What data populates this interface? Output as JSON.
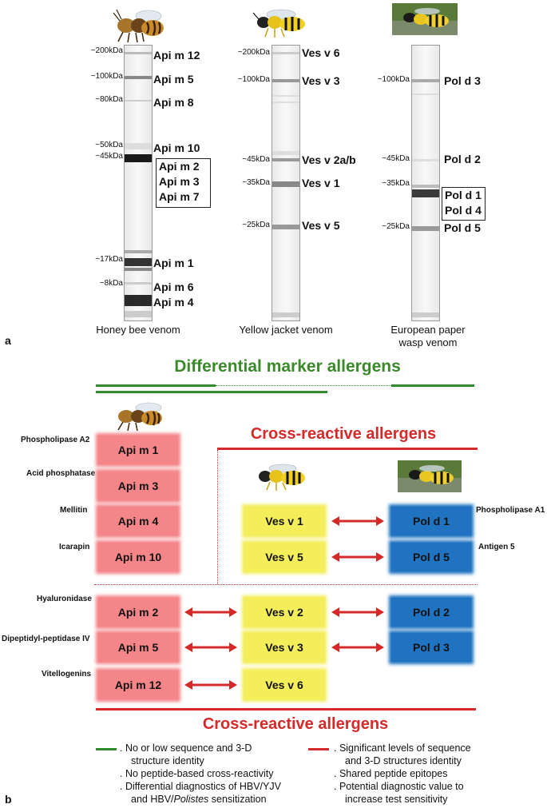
{
  "panel_a": {
    "letter": "a",
    "lanes": [
      {
        "caption": "Honey bee venom",
        "markers": [
          "~200kDa",
          "~100kDa",
          "~80kDa",
          "~50kDa",
          "~45kDa",
          "~17kDa",
          "~8kDa"
        ],
        "allergens": [
          "Api m 12",
          "Api m 5",
          "Api m 8",
          "Api m 10",
          "Api m 1",
          "Api m 6",
          "Api m 4"
        ],
        "boxed": [
          "Api m 2",
          "Api m 3",
          "Api m 7"
        ]
      },
      {
        "caption": "Yellow jacket venom",
        "markers": [
          "~200kDa",
          "~100kDa",
          "~45kDa",
          "~35kDa",
          "~25kDa"
        ],
        "allergens": [
          "Ves v 6",
          "Ves v 3",
          "Ves v 2a/b",
          "Ves v 1",
          "Ves v 5"
        ]
      },
      {
        "caption_line1": "European paper",
        "caption_line2": "wasp venom",
        "markers": [
          "~100kDa",
          "~45kDa",
          "~35kDa",
          "~25kDa"
        ],
        "allergens": [
          "Pol d 3",
          "Pol d 2",
          "Pol d 5"
        ],
        "boxed": [
          "Pol d 1",
          "Pol d 4"
        ]
      }
    ]
  },
  "panel_b": {
    "letter": "b",
    "title_differential": "Differential marker allergens",
    "title_cross_top": "Cross-reactive allergens",
    "title_cross_bottom": "Cross-reactive allergens",
    "functions": [
      "Phospholipase A2",
      "Acid phosphatase",
      "Mellitin",
      "Icarapin",
      "Hyaluronidase",
      "Dipeptidyl-peptidase IV",
      "Vitellogenins"
    ],
    "right_functions": [
      "Phospholipase A1",
      "Antigen 5"
    ],
    "api": [
      "Api m 1",
      "Api m 3",
      "Api m 4",
      "Api m 10",
      "Api m 2",
      "Api m 5",
      "Api m 12"
    ],
    "ves": [
      "Ves v 1",
      "Ves v 5",
      "Ves v 2",
      "Ves v 3",
      "Ves v 6"
    ],
    "pol": [
      "Pol d 1",
      "Pol d 5",
      "Pol d 2",
      "Pol d 3"
    ],
    "legend_green": [
      ". No or low sequence and 3-D",
      "structure identity",
      ". No peptide-based cross-reactivity",
      ". Differential diagnostics of HBV/YJV",
      "and HBV/Polistes sensitization"
    ],
    "legend_red": [
      ". Significant levels of sequence",
      "and 3-D structures identity",
      ". Shared peptide epitopes",
      ". Potential diagnostic value to",
      "increase test sensitivity"
    ],
    "colors": {
      "green": "#2e8b2e",
      "red": "#d42a2a",
      "pink": "#f4868a",
      "yellow": "#f4ee5a",
      "blue": "#1f73c0"
    }
  }
}
